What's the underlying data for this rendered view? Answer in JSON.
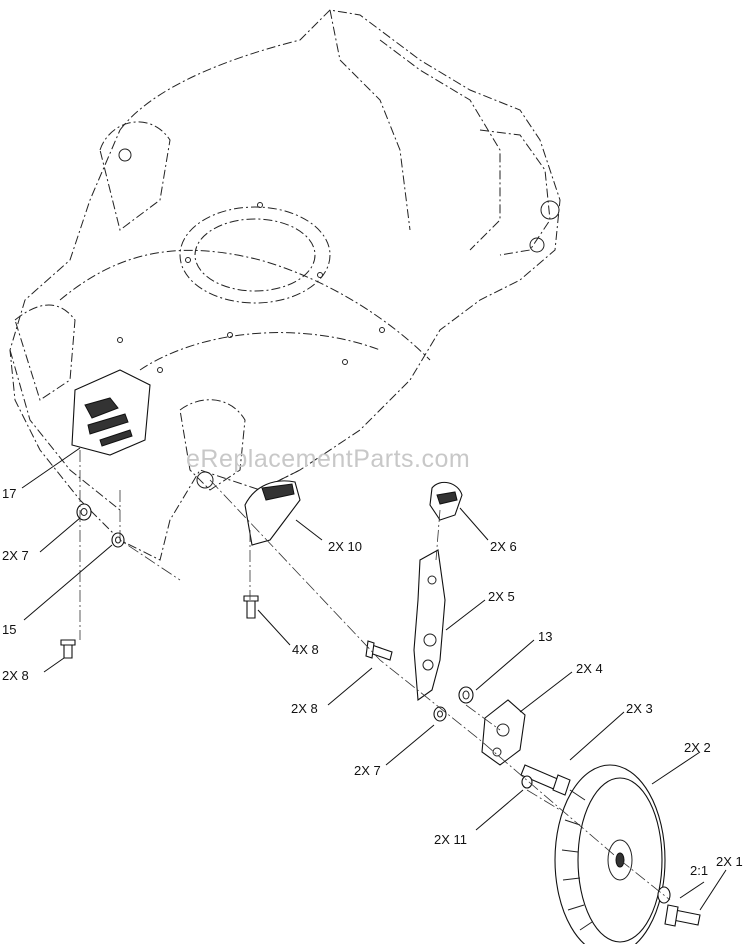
{
  "watermark": "eReplacementParts.com",
  "callouts": [
    {
      "id": "c17",
      "text": "17"
    },
    {
      "id": "c2x7a",
      "text": "2X 7"
    },
    {
      "id": "c15",
      "text": "15"
    },
    {
      "id": "c2x8a",
      "text": "2X 8"
    },
    {
      "id": "c2x10",
      "text": "2X 10"
    },
    {
      "id": "c4x8",
      "text": "4X 8"
    },
    {
      "id": "c2x6",
      "text": "2X 6"
    },
    {
      "id": "c2x5",
      "text": "2X 5"
    },
    {
      "id": "c13",
      "text": "13"
    },
    {
      "id": "c2x4",
      "text": "2X 4"
    },
    {
      "id": "c2x8b",
      "text": "2X 8"
    },
    {
      "id": "c2x3",
      "text": "2X 3"
    },
    {
      "id": "c2x7b",
      "text": "2X 7"
    },
    {
      "id": "c2x2",
      "text": "2X 2"
    },
    {
      "id": "c2x11",
      "text": "2X 11"
    },
    {
      "id": "c21",
      "text": "2:1"
    },
    {
      "id": "c2x1",
      "text": "2X 1"
    }
  ]
}
